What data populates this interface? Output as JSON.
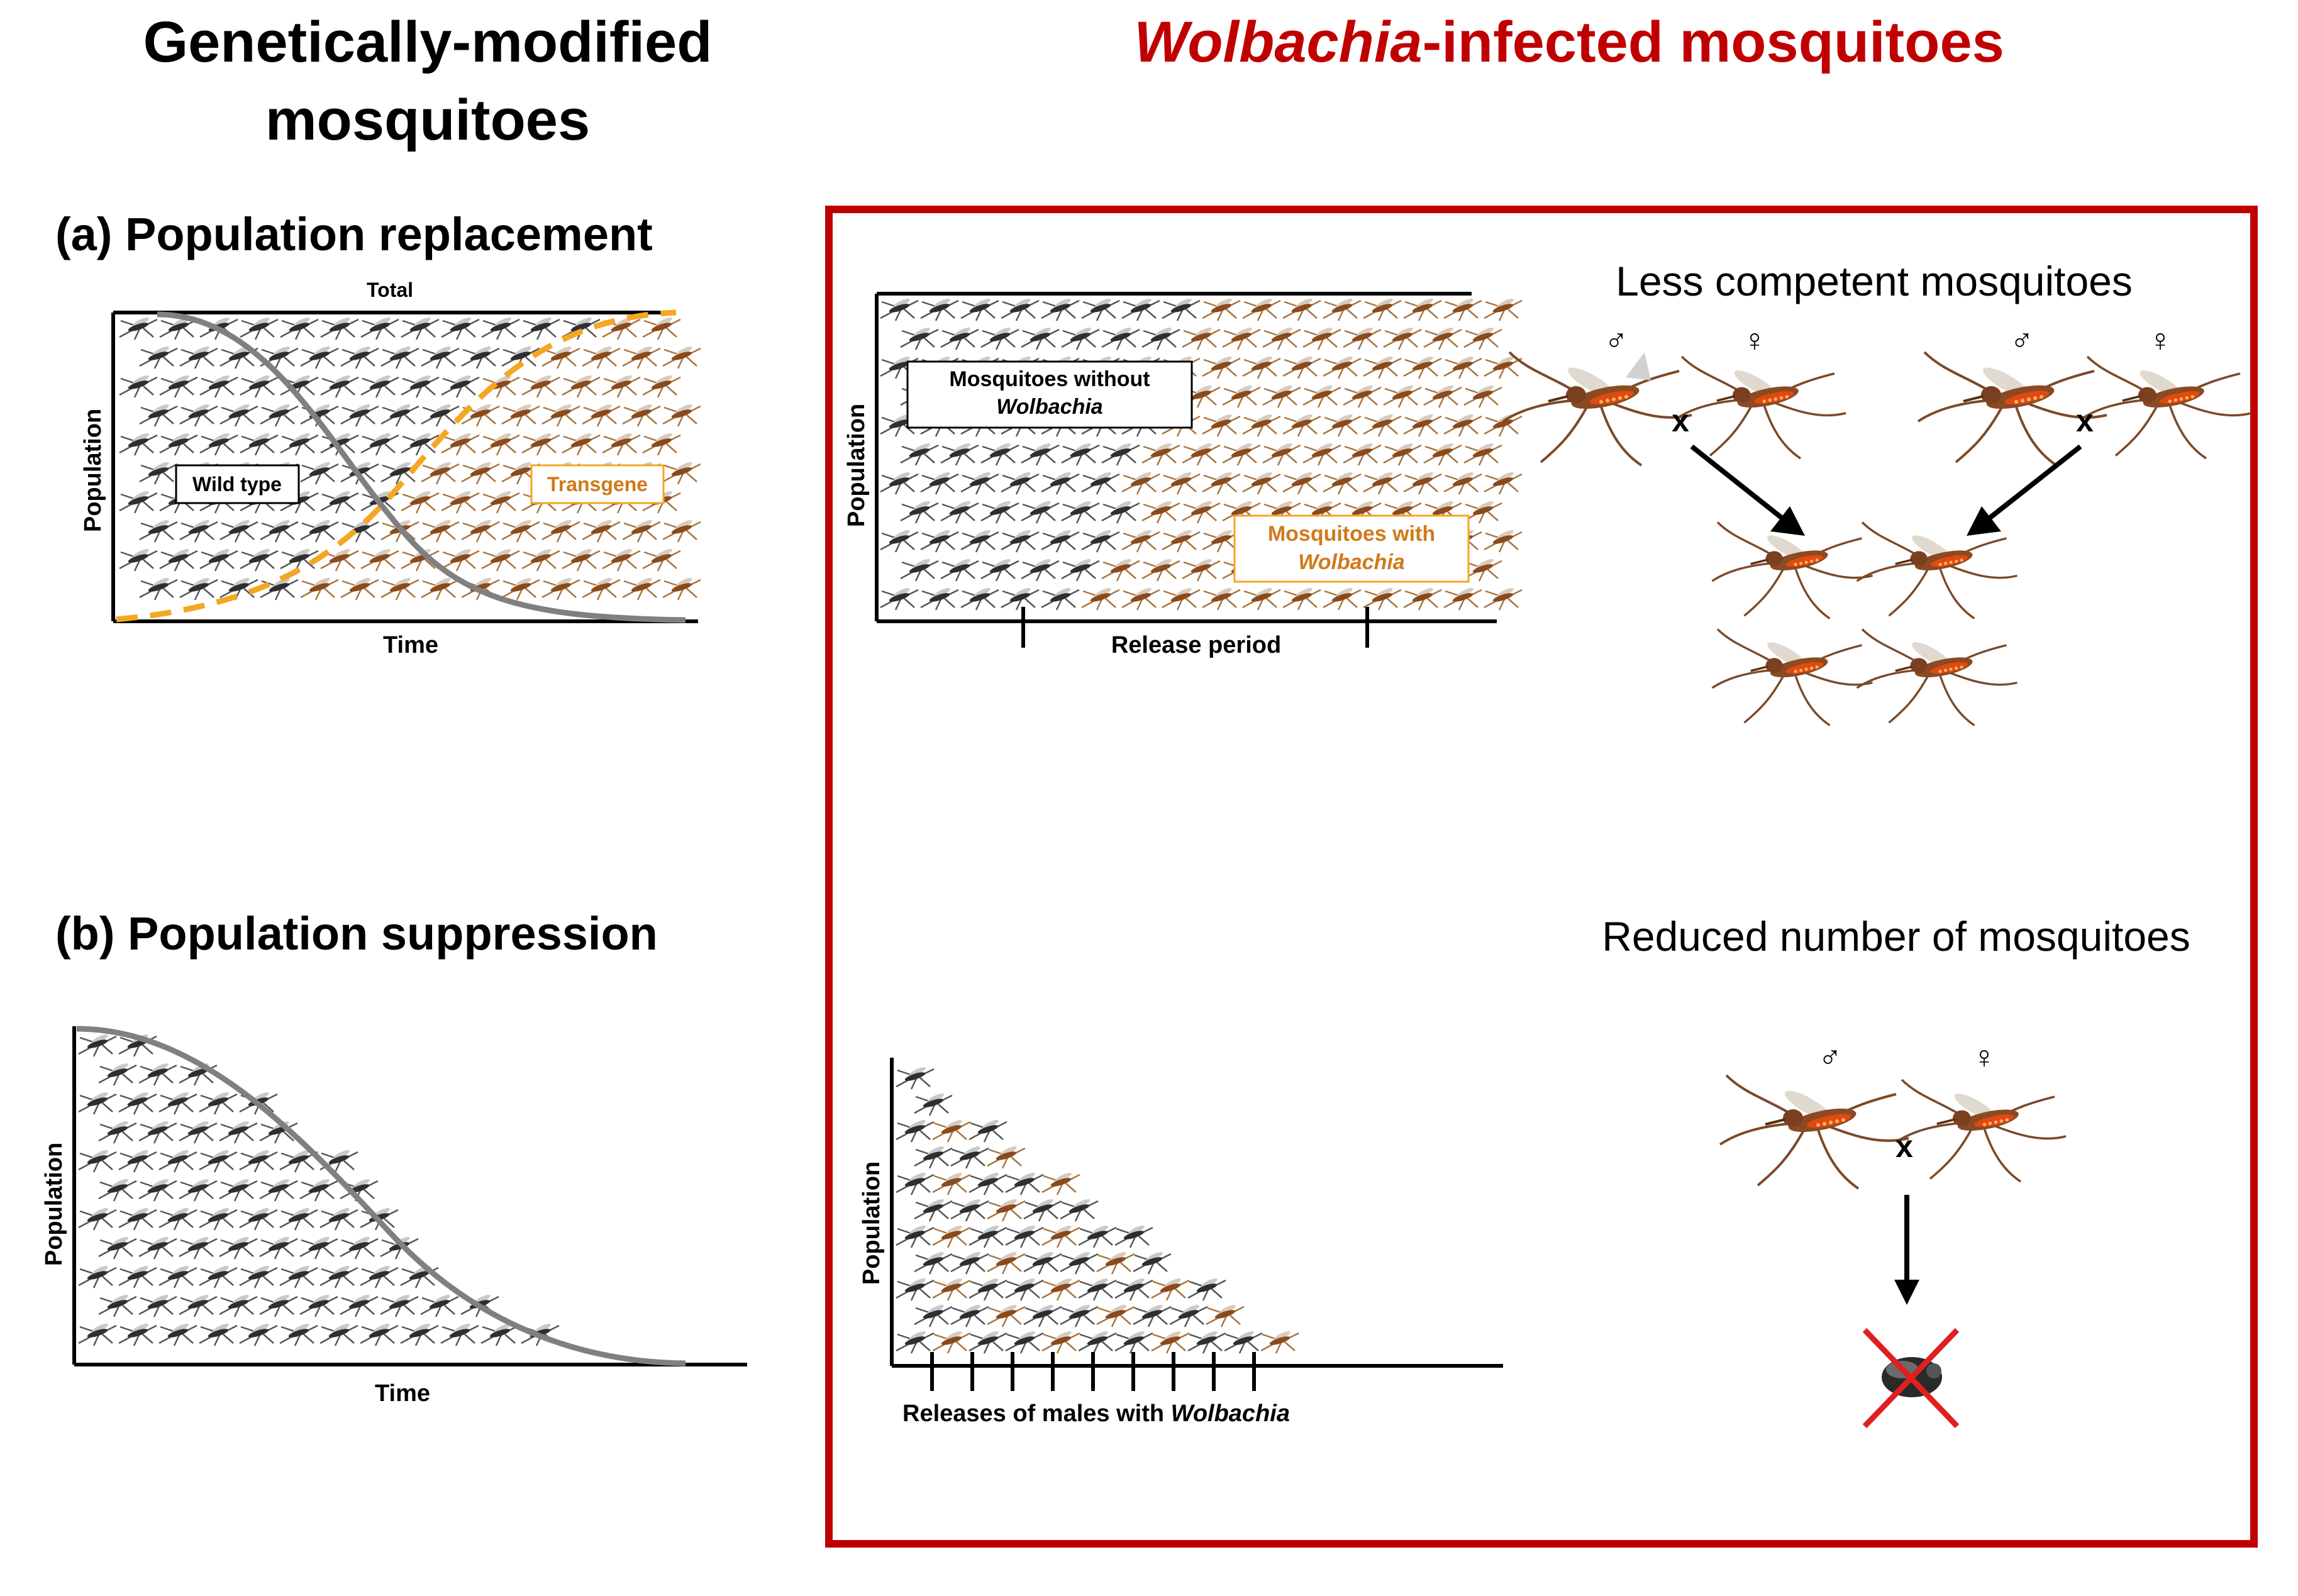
{
  "left_heading": {
    "line1": "Genetically-modified",
    "line2": "mosquitoes"
  },
  "right_heading": {
    "italic": "Wolbachia",
    "rest": "-infected mosquitoes"
  },
  "colors": {
    "black": "#000000",
    "red": "#c00000",
    "orange": "#f5a623",
    "orange_text": "#d07a1a",
    "curve_gray": "#808080",
    "wild_mosquito": "#555555",
    "cross_red": "#e02020"
  },
  "panel_a": {
    "title": "(a) Population replacement",
    "total_label": "Total",
    "y_label": "Population",
    "x_label": "Time",
    "wild_label": "Wild type",
    "transgene_label": "Transgene"
  },
  "panel_b": {
    "title": "(b) Population suppression",
    "y_label": "Population",
    "x_label": "Time"
  },
  "panel_c": {
    "y_label": "Population",
    "box_without_1": "Mosquitoes without",
    "box_without_2": "Wolbachia",
    "box_with_1": "Mosquitoes with",
    "box_with_2": "Wolbachia",
    "x_label": "Release period"
  },
  "panel_d": {
    "y_label": "Population",
    "x_label_plain": "Releases of males with ",
    "x_label_italic": "Wolbachia"
  },
  "top_right": {
    "title": "Less competent mosquitoes",
    "male": "♂",
    "female": "♀",
    "cross": "x"
  },
  "bottom_right": {
    "title": "Reduced number of mosquitoes",
    "male": "♂",
    "female": "♀",
    "cross": "x"
  }
}
